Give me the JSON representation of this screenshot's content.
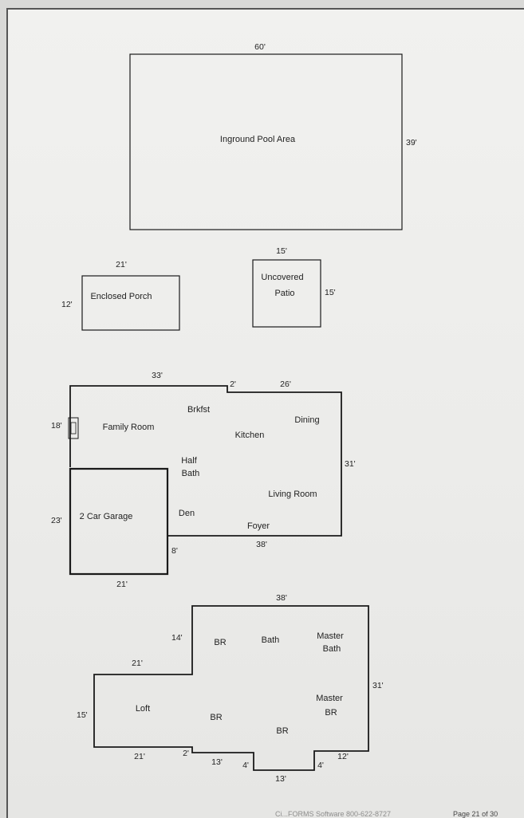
{
  "pool": {
    "width": "60'",
    "depth": "39'",
    "label": "Inground Pool Area"
  },
  "porch": {
    "width": "21'",
    "depth": "12'",
    "label": "Enclosed Porch"
  },
  "patio": {
    "width": "15'",
    "depth": "15'",
    "label_line1": "Uncovered",
    "label_line2": "Patio"
  },
  "first_floor": {
    "dims": {
      "top_left": "33'",
      "step": "2'",
      "top_right": "26'",
      "left": "18'",
      "right": "31'",
      "bottom": "38'",
      "garage_left": "23'",
      "garage_step": "8'",
      "garage_bottom": "21'"
    },
    "rooms": {
      "brkfst": "Brkfst",
      "family_room": "Family Room",
      "kitchen": "Kitchen",
      "dining": "Dining",
      "half_bath_1": "Half",
      "half_bath_2": "Bath",
      "living_room": "Living Room",
      "garage": "2 Car Garage",
      "den": "Den",
      "foyer": "Foyer"
    }
  },
  "second_floor": {
    "dims": {
      "top": "38'",
      "upper_left": "14'",
      "loft_top": "21'",
      "right": "31'",
      "loft_left": "15'",
      "loft_bottom": "21'",
      "step_2": "2'",
      "seg_13_left": "13'",
      "bay_left": "4'",
      "bay_bottom": "13'",
      "bay_right": "4'",
      "seg_12": "12'"
    },
    "rooms": {
      "br_top": "BR",
      "bath": "Bath",
      "master_bath_1": "Master",
      "master_bath_2": "Bath",
      "loft": "Loft",
      "br_mid": "BR",
      "master_br_1": "Master",
      "master_br_2": "BR",
      "br_bottom": "BR"
    }
  },
  "footer": {
    "left_text": "Ci...FORMS Software 800-622-8727",
    "page_label": "Page",
    "page_num": "21",
    "of_label": "of",
    "total": "30"
  }
}
